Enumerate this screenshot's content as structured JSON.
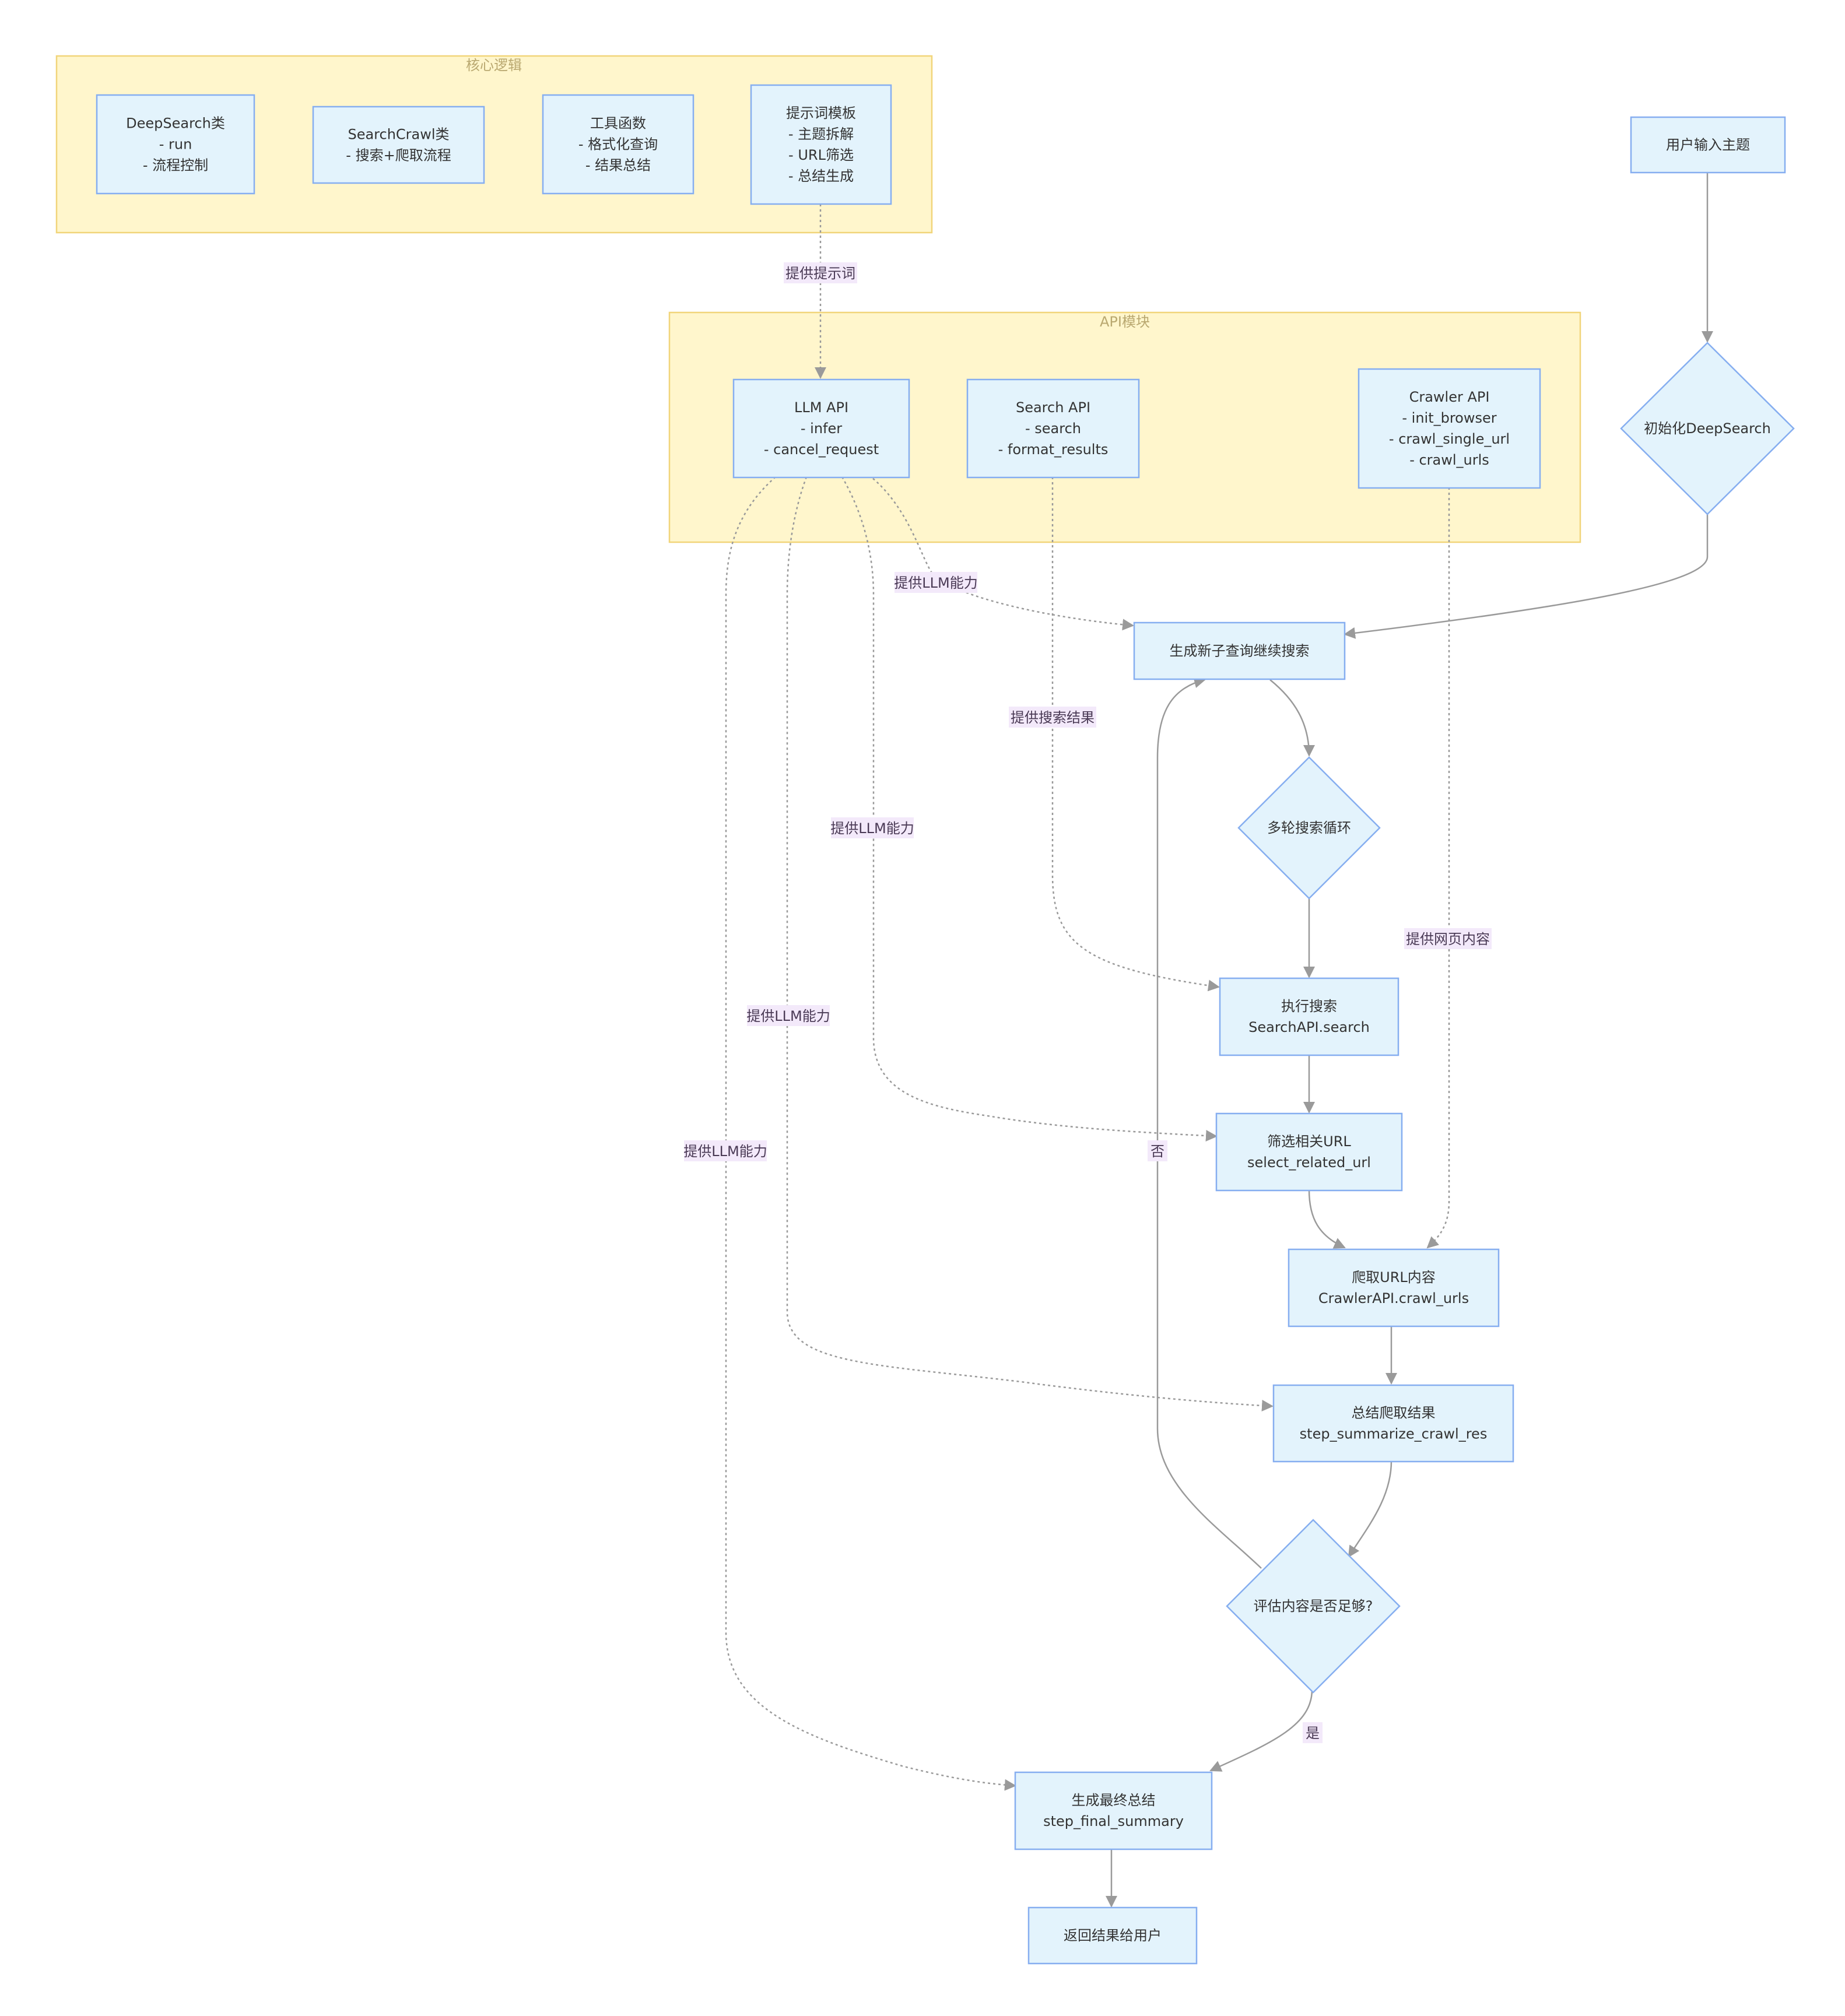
{
  "clusters": {
    "core": {
      "title": "核心逻辑"
    },
    "api": {
      "title": "API模块"
    }
  },
  "nodes": {
    "deepsearch_class": [
      "DeepSearch类",
      "- run",
      "- 流程控制"
    ],
    "searchcrawl_class": [
      "SearchCrawl类",
      "- 搜索+爬取流程"
    ],
    "tools": [
      "工具函数",
      "- 格式化查询",
      "- 结果总结"
    ],
    "prompt_templates": [
      "提示词模板",
      "- 主题拆解",
      "- URL筛选",
      "- 总结生成"
    ],
    "llm_api": [
      "LLM API",
      "- infer",
      "- cancel_request"
    ],
    "search_api": [
      "Search API",
      "- search",
      "- format_results"
    ],
    "crawler_api": [
      "Crawler API",
      "- init_browser",
      "- crawl_single_url",
      "- crawl_urls"
    ],
    "user_input": [
      "用户输入主题"
    ],
    "init_deepsearch": [
      "初始化DeepSearch"
    ],
    "gen_subquery": [
      "生成新子查询继续搜索"
    ],
    "multi_round": [
      "多轮搜索循环"
    ],
    "exec_search": [
      "执行搜索",
      "SearchAPI.search"
    ],
    "select_url": [
      "筛选相关URL",
      "select_related_url"
    ],
    "crawl_content": [
      "爬取URL内容",
      "CrawlerAPI.crawl_urls"
    ],
    "summarize_crawl": [
      "总结爬取结果",
      "step_summarize_crawl_res"
    ],
    "evaluate": [
      "评估内容是否足够?"
    ],
    "final_summary": [
      "生成最终总结",
      "step_final_summary"
    ],
    "return_result": [
      "返回结果给用户"
    ]
  },
  "edge_labels": {
    "provide_prompt": "提供提示词",
    "llm_to_subquery": "提供LLM能力",
    "search_results": "提供搜索结果",
    "llm_to_select": "提供LLM能力",
    "llm_to_summarize": "提供LLM能力",
    "llm_to_final": "提供LLM能力",
    "web_content": "提供网页内容",
    "no": "否",
    "yes": "是"
  }
}
